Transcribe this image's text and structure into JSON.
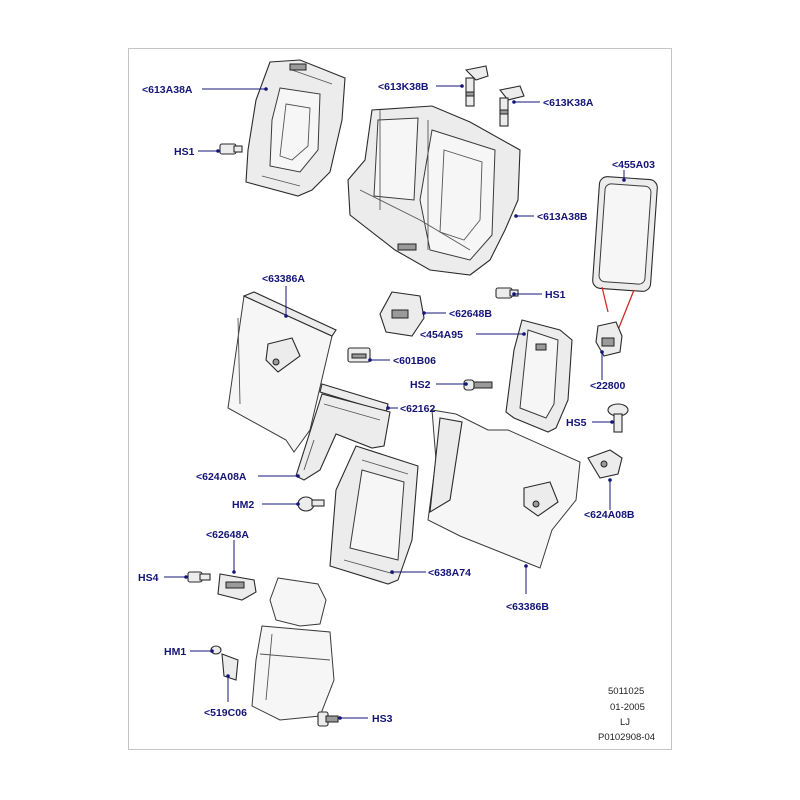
{
  "labels": {
    "l613A38A": "<613A38A",
    "l613K38B": "<613K38B",
    "l613K38A": "<613K38A",
    "lHS1a": "HS1",
    "l455A03": "<455A03",
    "l613A38B": "<613A38B",
    "l63386A": "<63386A",
    "lHS1b": "HS1",
    "l62648B": "<62648B",
    "l454A95": "<454A95",
    "l601B06": "<601B06",
    "lHS2": "HS2",
    "l22800": "<22800",
    "l62162": "<62162",
    "lHS5": "HS5",
    "l624A08A": "<624A08A",
    "lHM2": "HM2",
    "l624A08B": "<624A08B",
    "l62648A": "<62648A",
    "lHS4": "HS4",
    "l638A74": "<638A74",
    "l63386B": "<63386B",
    "lHM1": "HM1",
    "l519C06": "<519C06",
    "lHS3": "HS3"
  },
  "reference": {
    "line1": "5011025",
    "line2": "01-2005",
    "line3": "LJ",
    "line4": "P0102908-04"
  },
  "colors": {
    "label": "#141478",
    "highlight_lines": "#d42a2a",
    "frame": "#c4c4c4"
  }
}
